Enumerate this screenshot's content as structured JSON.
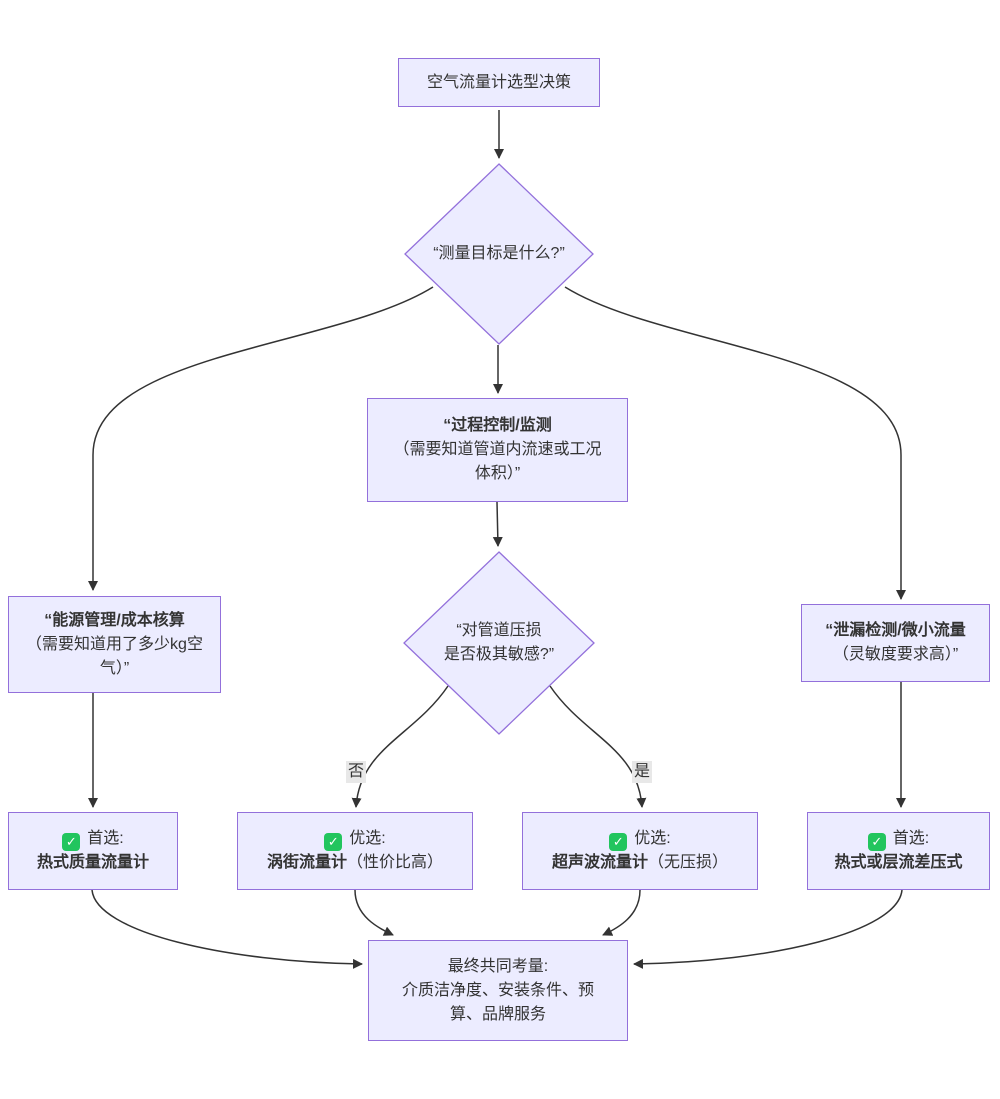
{
  "diagram": {
    "root": {
      "label": "空气流量计选型决策"
    },
    "q_goal": {
      "label": "“测量目标是什么?”"
    },
    "goal_process": {
      "title": "“过程控制/监测",
      "desc": "（需要知道管道内流速或工况体积）”"
    },
    "goal_energy": {
      "title": "“能源管理/成本核算",
      "desc": "（需要知道用了多少kg空气）”"
    },
    "goal_leak": {
      "title": "“泄漏检测/微小流量",
      "desc": "（灵敏度要求高）”"
    },
    "q_pressure": {
      "line1": "“对管道压损",
      "line2": "是否极其敏感?”"
    },
    "edge_labels": {
      "no": "否",
      "yes": "是"
    },
    "results": [
      {
        "prefix": "首选:",
        "name": "热式质量流量计",
        "note": ""
      },
      {
        "prefix": "优选:",
        "name": "涡街流量计",
        "note": "（性价比高）"
      },
      {
        "prefix": "优选:",
        "name": "超声波流量计",
        "note": "（无压损）"
      },
      {
        "prefix": "首选:",
        "name": "热式或层流差压式",
        "note": ""
      }
    ],
    "final": {
      "line1": "最终共同考量:",
      "line2": "介质洁净度、安装条件、预算、品牌服务"
    },
    "icons": {
      "check": "✓"
    },
    "colors": {
      "node_fill": "#ECECFF",
      "node_border": "#9370DB",
      "edge": "#333333",
      "text": "#333333",
      "check_green": "#22c55e",
      "edge_label_bg": "#e8e8e8"
    }
  }
}
